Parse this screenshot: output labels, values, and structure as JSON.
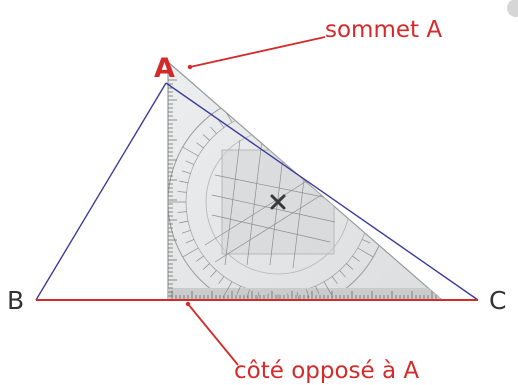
{
  "labels": {
    "vertex_a": "A",
    "vertex_b": "B",
    "vertex_c": "C"
  },
  "annotations": {
    "sommet": "sommet A",
    "cote": "côté opposé à A"
  },
  "colors": {
    "red": "#d42a2a",
    "blue": "#3c3c9c",
    "dark_label": "#333333",
    "ruler_fill": "#e9eaeb",
    "ruler_edge": "#9a9a9a"
  },
  "icons": {
    "center_mark": "cross-mark-icon"
  }
}
